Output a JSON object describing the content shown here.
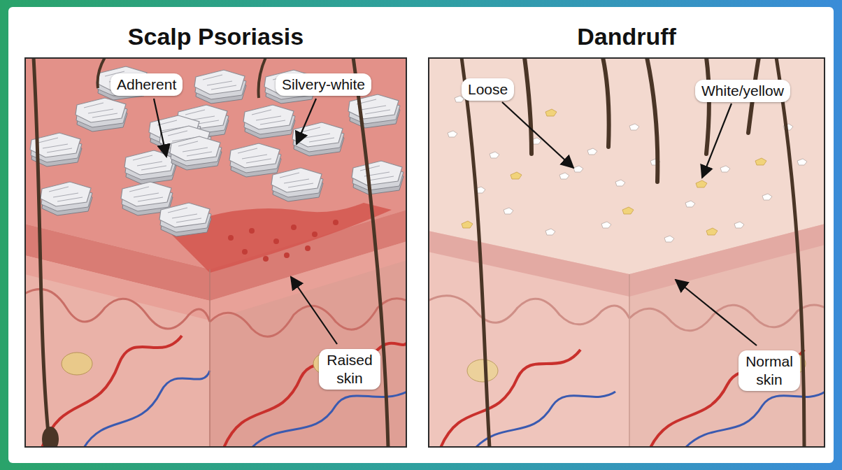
{
  "diagram": {
    "nodes": [
      {
        "text": [
          "Scalp Psoriasis"
        ]
      },
      {
        "text": [
          "Dandruff"
        ]
      }
    ],
    "labels": [
      "Adherent",
      "Silvery-white",
      "Raised skin",
      "Loose",
      "White/yellow",
      "Normal skin"
    ]
  }
}
